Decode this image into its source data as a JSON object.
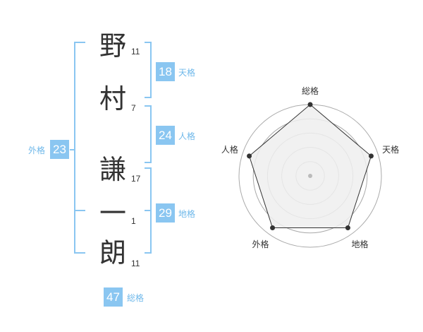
{
  "name": {
    "characters": [
      {
        "char": "野",
        "strokes": "11"
      },
      {
        "char": "村",
        "strokes": "7"
      },
      {
        "char": "謙",
        "strokes": "17"
      },
      {
        "char": "一",
        "strokes": "1"
      },
      {
        "char": "朗",
        "strokes": "11"
      }
    ]
  },
  "fortunes": {
    "tenkaku": {
      "value": "18",
      "label": "天格"
    },
    "jinkaku": {
      "value": "24",
      "label": "人格"
    },
    "chikaku": {
      "value": "29",
      "label": "地格"
    },
    "gaikaku": {
      "value": "23",
      "label": "外格"
    },
    "soukaku": {
      "value": "47",
      "label": "総格"
    }
  },
  "chart_data": {
    "type": "radar",
    "axes": [
      "総格",
      "天格",
      "地格",
      "外格",
      "人格"
    ],
    "values": [
      5,
      4.5,
      4.5,
      4.5,
      4.5
    ],
    "max": 5,
    "rings": 5,
    "colors": {
      "fill": "#eeeeee",
      "stroke": "#333333",
      "ring": "#aaaaaa",
      "point": "#333333"
    }
  },
  "colors": {
    "accent": "#8ac6f1",
    "label": "#6fb8ea",
    "bracket": "#8ac6f1"
  }
}
